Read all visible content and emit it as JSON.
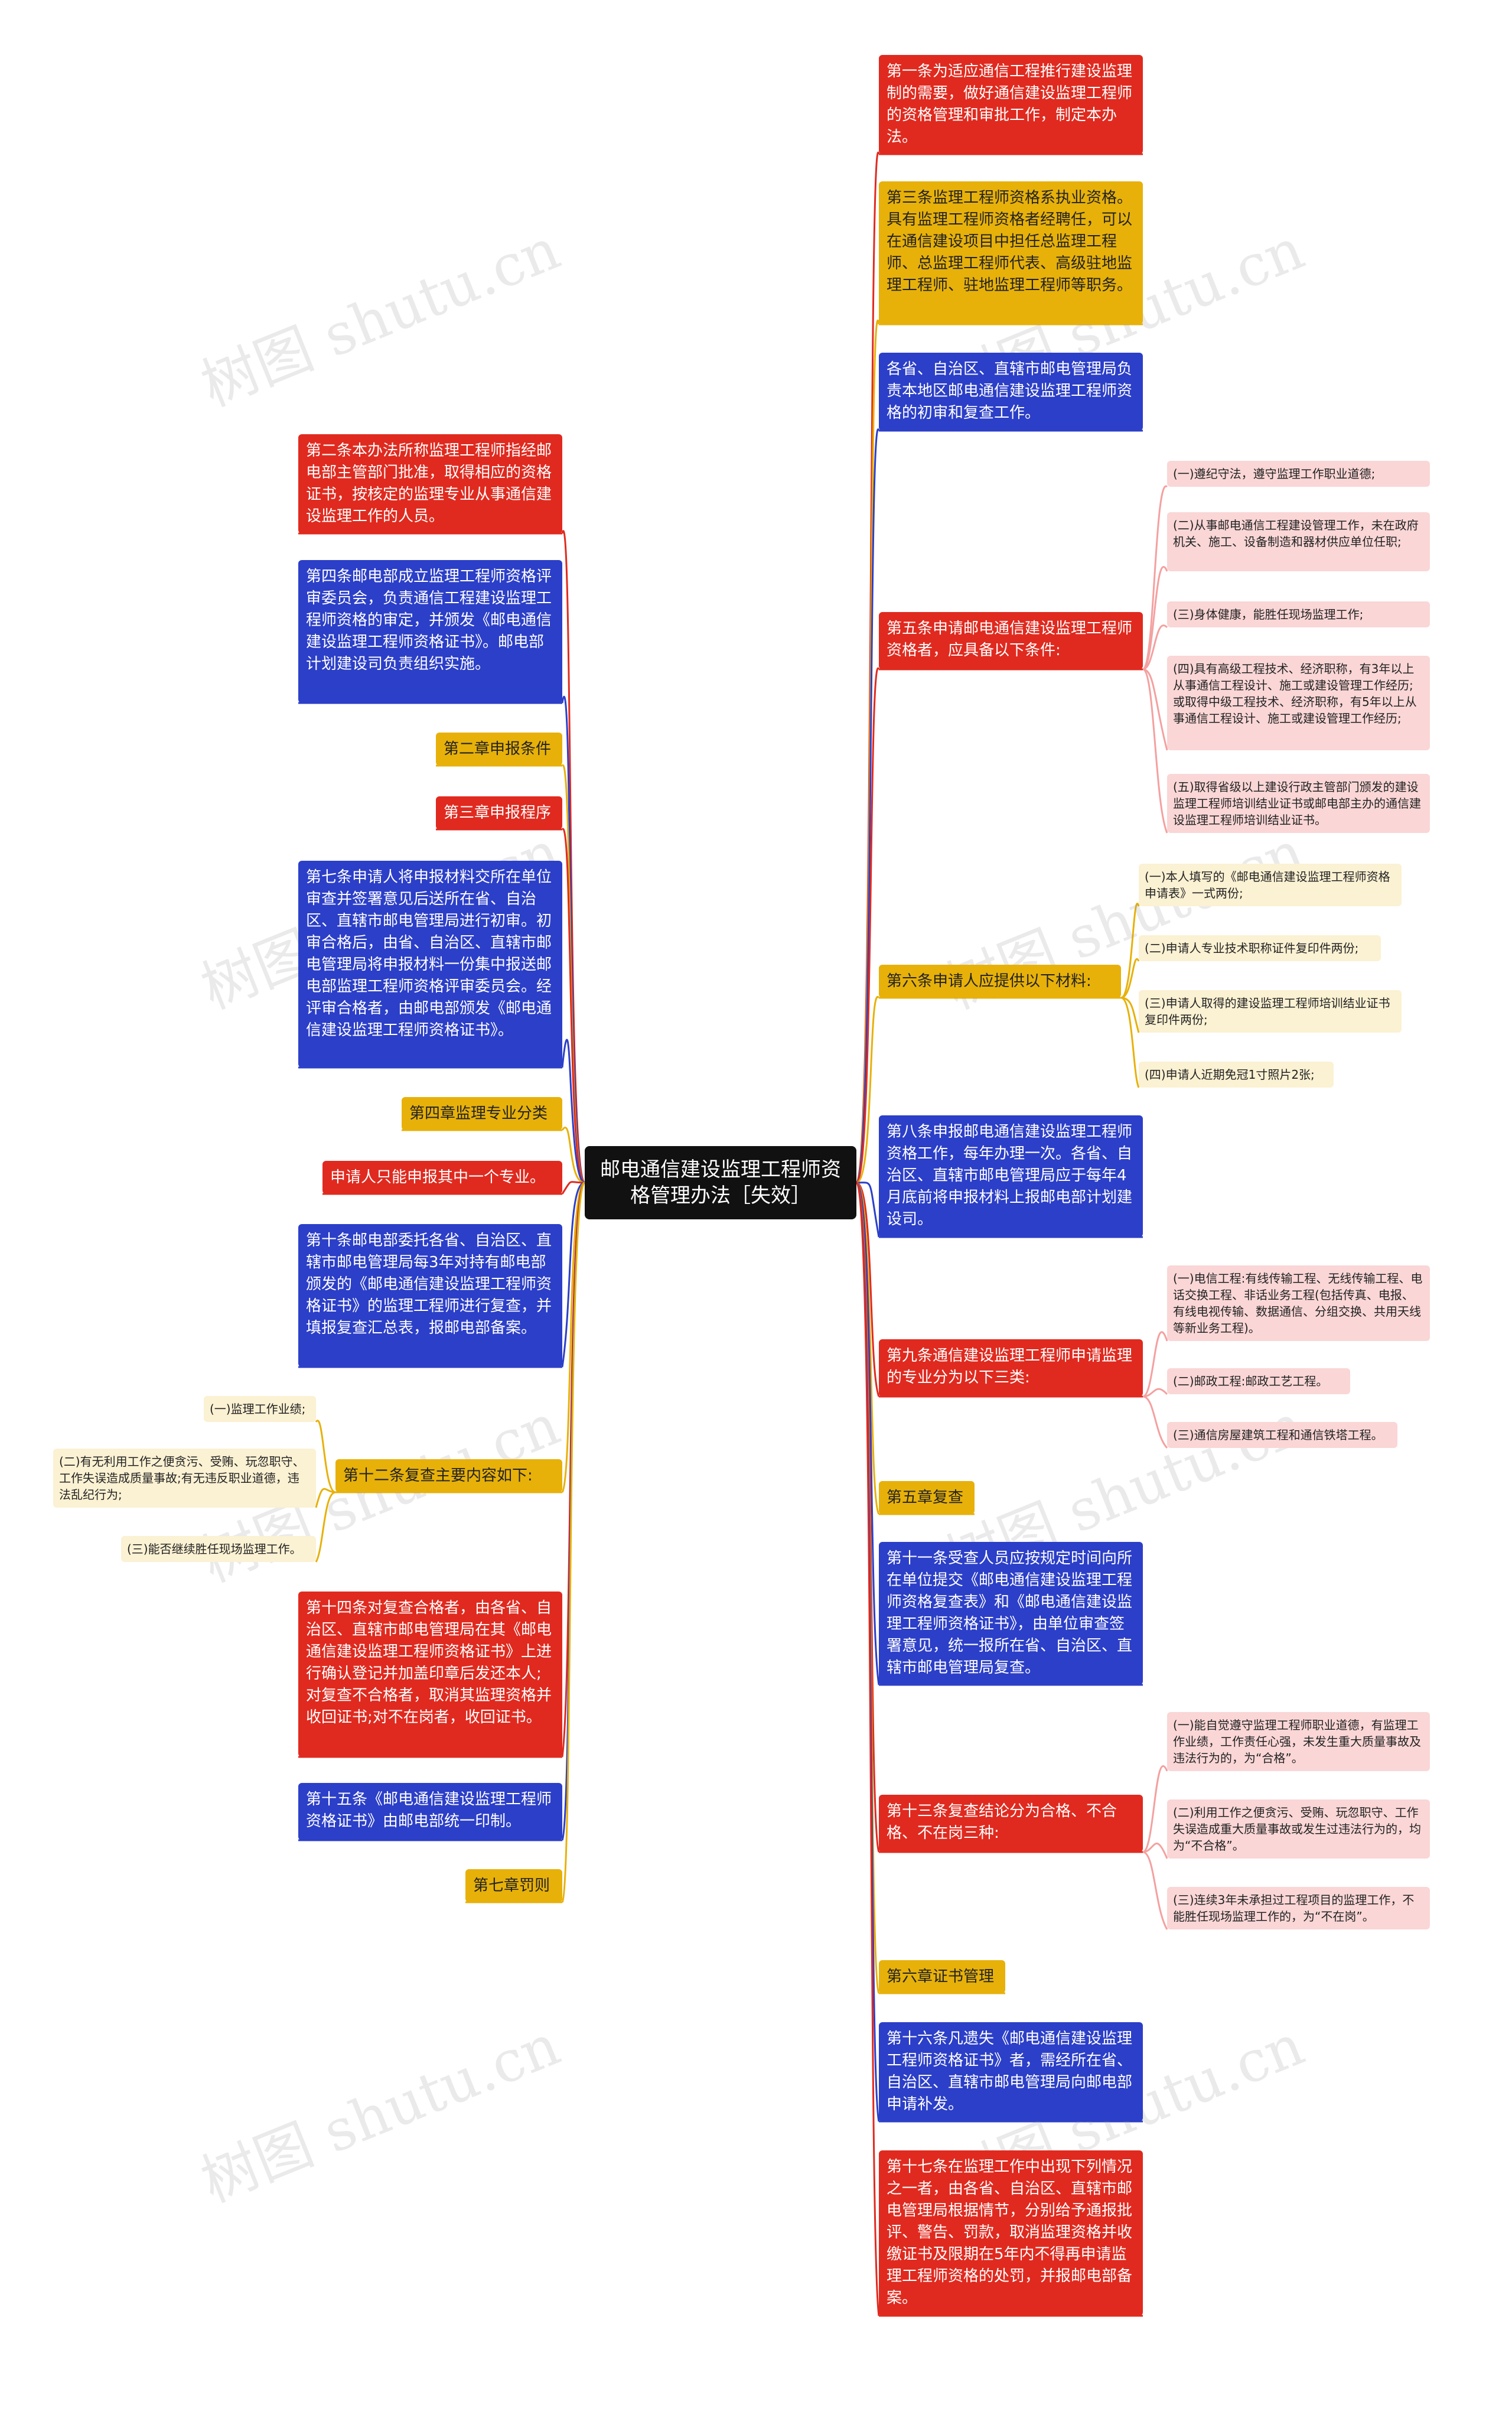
{
  "title": "邮电通信建设监理工程师资格管理办法［失效］",
  "watermark": "树图 shutu.cn",
  "colors": {
    "red": "#e02a1f",
    "blue": "#2c3fc8",
    "yellow": "#e7b10a",
    "pink": "#fad6d6",
    "cream": "#fbf1d3",
    "root": "#111111"
  },
  "left": [
    {
      "text": "第二条本办法所称监理工程师指经邮电部主管部门批准，取得相应的资格证书，按核定的监理专业从事通信建设监理工作的人员。",
      "color": "red"
    },
    {
      "text": "第四条邮电部成立监理工程师资格评审委员会，负责通信工程建设监理工程师资格的审定，并颁发《邮电通信建设监理工程师资格证书》。邮电部计划建设司负责组织实施。",
      "color": "blue"
    },
    {
      "text": "第二章申报条件",
      "color": "yellow"
    },
    {
      "text": "第三章申报程序",
      "color": "red"
    },
    {
      "text": "第七条申请人将申报材料交所在单位审查并签署意见后送所在省、自治区、直辖市邮电管理局进行初审。初审合格后，由省、自治区、直辖市邮电管理局将申报材料一份集中报送邮电部监理工程师资格评审委员会。经评审合格者，由邮电部颁发《邮电通信建设监理工程师资格证书》。",
      "color": "blue"
    },
    {
      "text": "第四章监理专业分类",
      "color": "yellow"
    },
    {
      "text": "申请人只能申报其中一个专业。",
      "color": "red"
    },
    {
      "text": "第十条邮电部委托各省、自治区、直辖市邮电管理局每3年对持有邮电部颁发的《邮电通信建设监理工程师资格证书》的监理工程师进行复查，并填报复查汇总表，报邮电部备案。",
      "color": "blue"
    },
    {
      "text": "第十二条复查主要内容如下:",
      "color": "yellow",
      "children": [
        {
          "text": "(一)监理工作业绩;"
        },
        {
          "text": "(二)有无利用工作之便贪污、受贿、玩忽职守、工作失误造成质量事故;有无违反职业道德，违法乱纪行为;"
        },
        {
          "text": "(三)能否继续胜任现场监理工作。"
        }
      ]
    },
    {
      "text": "第十四条对复查合格者，由各省、自治区、直辖市邮电管理局在其《邮电通信建设监理工程师资格证书》上进行确认登记并加盖印章后发还本人;对复查不合格者，取消其监理资格并收回证书;对不在岗者，收回证书。",
      "color": "red"
    },
    {
      "text": "第十五条《邮电通信建设监理工程师资格证书》由邮电部统一印制。",
      "color": "blue"
    },
    {
      "text": "第七章罚则",
      "color": "yellow"
    }
  ],
  "right": [
    {
      "text": "第一条为适应通信工程推行建设监理制的需要，做好通信建设监理工程师的资格管理和审批工作，制定本办法。",
      "color": "red"
    },
    {
      "text": "第三条监理工程师资格系执业资格。具有监理工程师资格者经聘任，可以在通信建设项目中担任总监理工程师、总监理工程师代表、高级驻地监理工程师、驻地监理工程师等职务。",
      "color": "yellow"
    },
    {
      "text": "各省、自治区、直辖市邮电管理局负责本地区邮电通信建设监理工程师资格的初审和复查工作。",
      "color": "blue"
    },
    {
      "text": "第五条申请邮电通信建设监理工程师资格者，应具备以下条件:",
      "color": "red",
      "children": [
        {
          "text": "(一)遵纪守法，遵守监理工作职业道德;"
        },
        {
          "text": "(二)从事邮电通信工程建设管理工作，未在政府机关、施工、设备制造和器材供应单位任职;"
        },
        {
          "text": "(三)身体健康，能胜任现场监理工作;"
        },
        {
          "text": "(四)具有高级工程技术、经济职称，有3年以上从事通信工程设计、施工或建设管理工作经历;或取得中级工程技术、经济职称，有5年以上从事通信工程设计、施工或建设管理工作经历;"
        },
        {
          "text": "(五)取得省级以上建设行政主管部门颁发的建设监理工程师培训结业证书或邮电部主办的通信建设监理工程师培训结业证书。"
        }
      ]
    },
    {
      "text": "第六条申请人应提供以下材料:",
      "color": "yellow",
      "children": [
        {
          "text": "(一)本人填写的《邮电通信建设监理工程师资格申请表》一式两份;"
        },
        {
          "text": "(二)申请人专业技术职称证件复印件两份;"
        },
        {
          "text": "(三)申请人取得的建设监理工程师培训结业证书复印件两份;"
        },
        {
          "text": "(四)申请人近期免冠1寸照片2张;"
        }
      ]
    },
    {
      "text": "第八条申报邮电通信建设监理工程师资格工作，每年办理一次。各省、自治区、直辖市邮电管理局应于每年4月底前将申报材料上报邮电部计划建设司。",
      "color": "blue"
    },
    {
      "text": "第九条通信建设监理工程师申请监理的专业分为以下三类:",
      "color": "red",
      "children": [
        {
          "text": "(一)电信工程:有线传输工程、无线传输工程、电话交换工程、非话业务工程(包括传真、电报、有线电视传输、数据通信、分组交换、共用天线等新业务工程)。"
        },
        {
          "text": "(二)邮政工程:邮政工艺工程。"
        },
        {
          "text": "(三)通信房屋建筑工程和通信铁塔工程。"
        }
      ]
    },
    {
      "text": "第五章复查",
      "color": "yellow"
    },
    {
      "text": "第十一条受查人员应按规定时间向所在单位提交《邮电通信建设监理工程师资格复查表》和《邮电通信建设监理工程师资格证书》，由单位审查签署意见，统一报所在省、自治区、直辖市邮电管理局复查。",
      "color": "blue"
    },
    {
      "text": "第十三条复查结论分为合格、不合格、不在岗三种:",
      "color": "red",
      "children": [
        {
          "text": "(一)能自觉遵守监理工程师职业道德，有监理工作业绩，工作责任心强，未发生重大质量事故及违法行为的，为“合格”。"
        },
        {
          "text": "(二)利用工作之便贪污、受贿、玩忽职守、工作失误造成重大质量事故或发生过违法行为的，均为“不合格”。"
        },
        {
          "text": "(三)连续3年未承担过工程项目的监理工作，不能胜任现场监理工作的，为“不在岗”。"
        }
      ]
    },
    {
      "text": "第六章证书管理",
      "color": "yellow"
    },
    {
      "text": "第十六条凡遗失《邮电通信建设监理工程师资格证书》者，需经所在省、自治区、直辖市邮电管理局向邮电部申请补发。",
      "color": "blue"
    },
    {
      "text": "第十七条在监理工作中出现下列情况之一者，由各省、自治区、直辖市邮电管理局根据情节，分别给予通报批评、警告、罚款，取消监理资格并收缴证书及限期在5年内不得再申请监理工程师资格的处罚，并报邮电部备案。",
      "color": "red"
    }
  ]
}
